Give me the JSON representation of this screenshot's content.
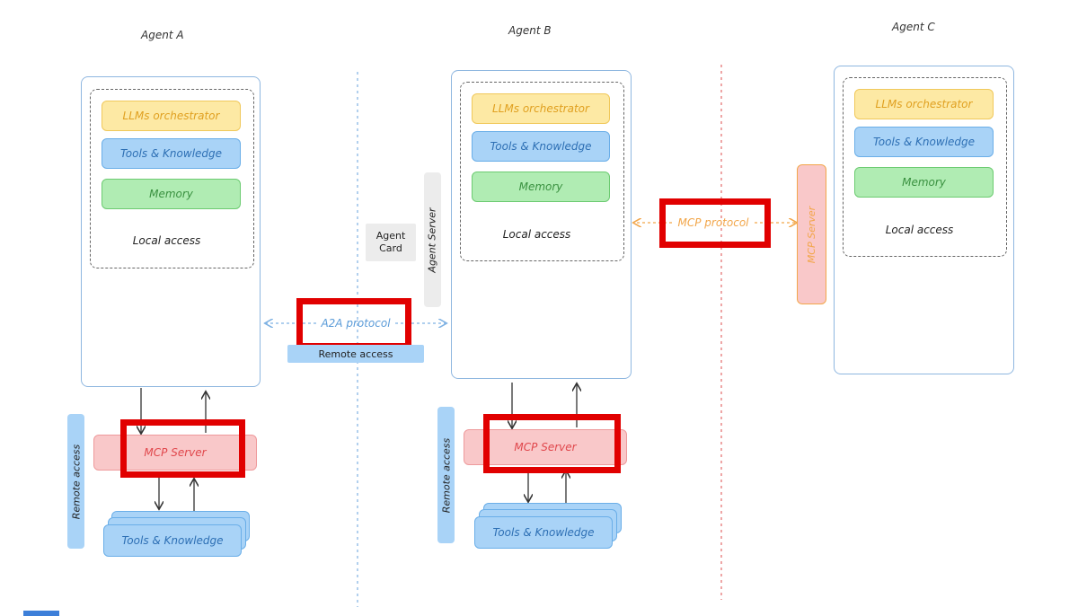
{
  "agents": {
    "a": {
      "title": "Agent A"
    },
    "b": {
      "title": "Agent B"
    },
    "c": {
      "title": "Agent C"
    }
  },
  "stack": {
    "orchestrator": "LLMs orchestrator",
    "tools": "Tools & Knowledge",
    "memory": "Memory",
    "local_access": "Local access"
  },
  "mcp_server": "MCP Server",
  "remote_access": "Remote access",
  "a2a_protocol": "A2A protocol",
  "mcp_protocol": "MCP protocol",
  "agent_card": "Agent Card",
  "agent_server": "Agent Server",
  "colors": {
    "highlight": "#e10000",
    "orchestrator_fill": "#fde9a4",
    "tools_fill": "#a9d3f7",
    "memory_fill": "#b0ecb3",
    "mcp_fill": "#f9c8c9",
    "remote_fill": "#a9d3f7"
  }
}
